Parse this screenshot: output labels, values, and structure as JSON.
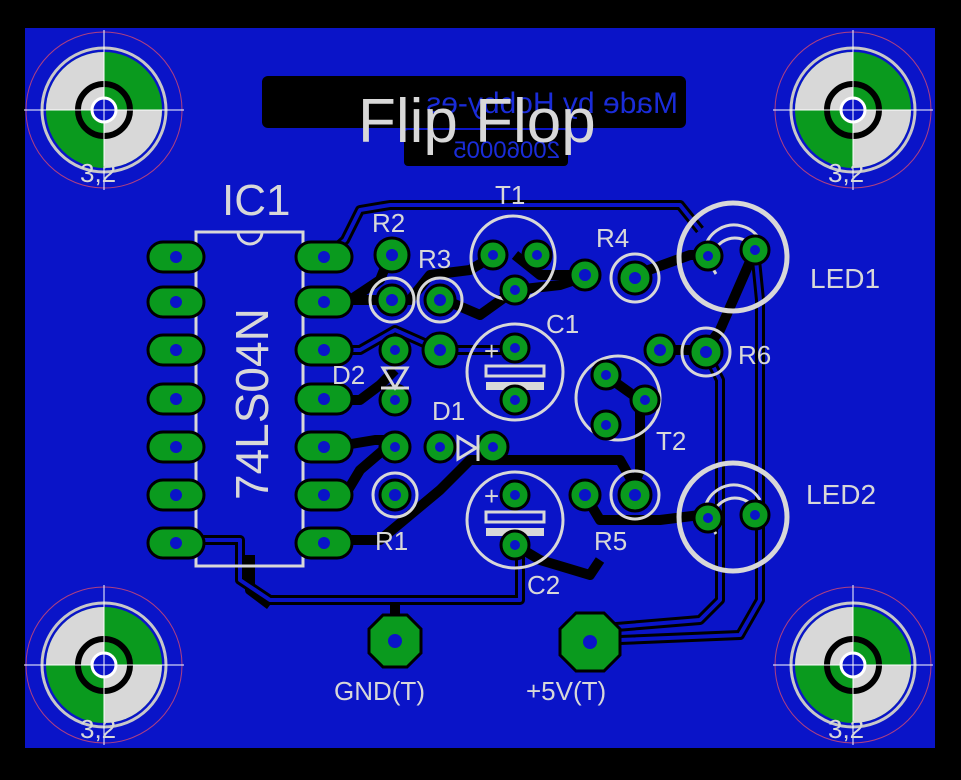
{
  "board": {
    "title": "Flip Flop",
    "mirrored_text_line1": "Made by Hobby-es",
    "mirrored_text_line2": "20060005"
  },
  "ic": {
    "name": "IC1",
    "value": "74LS04N"
  },
  "components": {
    "t1": "T1",
    "t2": "T2",
    "r1": "R1",
    "r2": "R2",
    "r3": "R3",
    "r4": "R4",
    "r5": "R5",
    "r6": "R6",
    "c1": "C1",
    "c2": "C2",
    "d1": "D1",
    "d2": "D2",
    "led1": "LED1",
    "led2": "LED2"
  },
  "connectors": {
    "gnd": "GND(T)",
    "vcc": "+5V(T)"
  },
  "mounting_holes": {
    "size_label": "3,2"
  },
  "colors": {
    "background": "#000000",
    "board_fill": "#0a14c8",
    "pad_green": "#0a9a1e",
    "silkscreen": "#d8d8d8",
    "trace_outline": "#000000"
  }
}
